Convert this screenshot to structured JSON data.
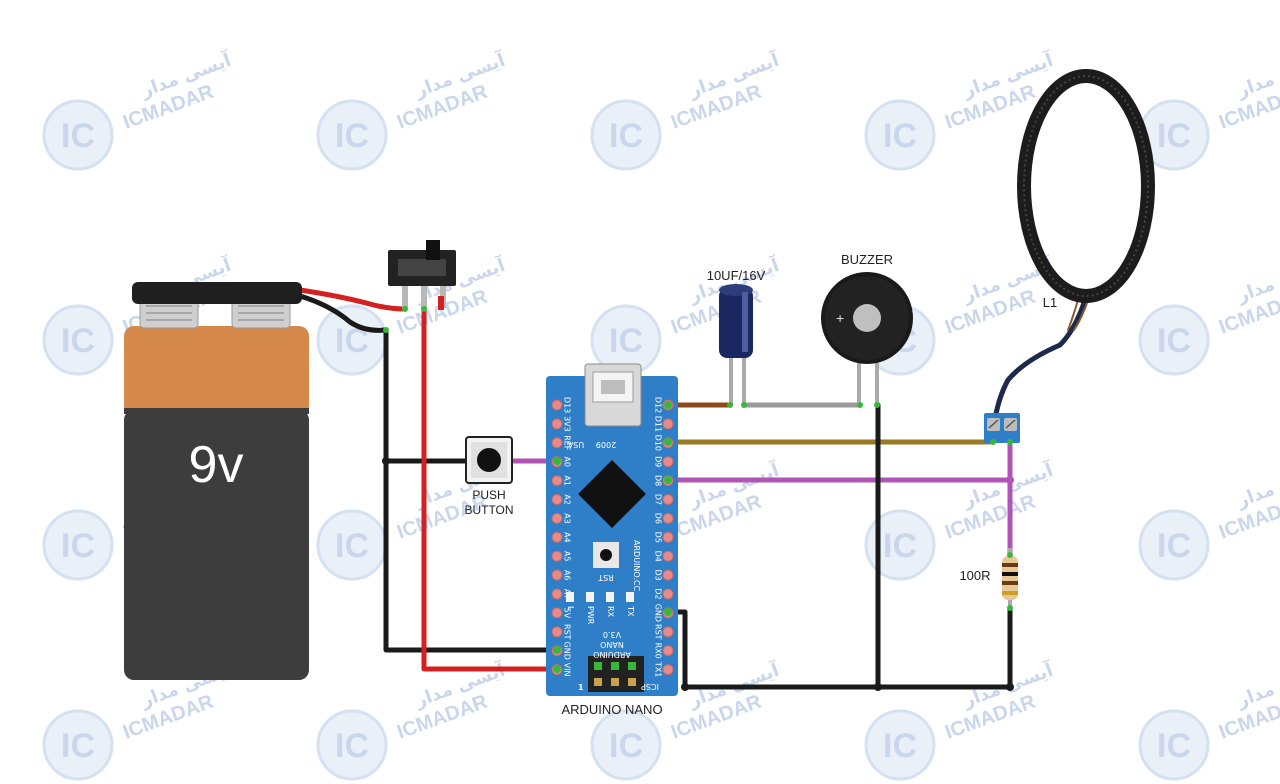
{
  "labels": {
    "battery": "9v",
    "capacitor": "10UF/16V",
    "buzzer": "BUZZER",
    "coil": "L1",
    "resistor": "100R",
    "push_button_line1": "PUSH",
    "push_button_line2": "BUTTON",
    "arduino": "ARDUINO NANO",
    "buzzer_plus": "+"
  },
  "arduino_board": {
    "left_pins": [
      "D13",
      "3V3",
      "REF",
      "A0",
      "A1",
      "A2",
      "A3",
      "A4",
      "A5",
      "A6",
      "A7",
      "5V",
      "RST",
      "GND",
      "VIN"
    ],
    "right_pins": [
      "D12",
      "D11",
      "D10",
      "D9",
      "D8",
      "D7",
      "D6",
      "D5",
      "D4",
      "D3",
      "D2",
      "GND",
      "RST",
      "RX0",
      "TX1"
    ],
    "usb_text": "USA",
    "year_text": "2009",
    "brand_text": "ARDUINO.CC",
    "model_line1": "ARDUINO",
    "model_line2": "NANO",
    "model_line3": "V3.0",
    "led_labels": [
      "L",
      "PWR",
      "RX",
      "TX"
    ],
    "rst_label": "RST",
    "icsp_label": "ICSP",
    "icsp_pin1": "1"
  },
  "watermark": {
    "logo_text": "IC",
    "logo_subtext": "MADAR",
    "brand_en": "ICMADAR",
    "brand_fa": "آیسی مدار"
  },
  "colors": {
    "wire_black": "#1a1a1a",
    "wire_red": "#d42020",
    "wire_gray": "#9a9a9a",
    "wire_brown": "#8a4a1a",
    "wire_olive": "#9a7a22",
    "wire_purple": "#b055b5",
    "board_blue": "#2f7fc8",
    "battery_orange": "#d58a4c",
    "battery_dark": "#3d3d3d",
    "pin_green": "#36b93a",
    "watermark": "#c9d6ec"
  }
}
